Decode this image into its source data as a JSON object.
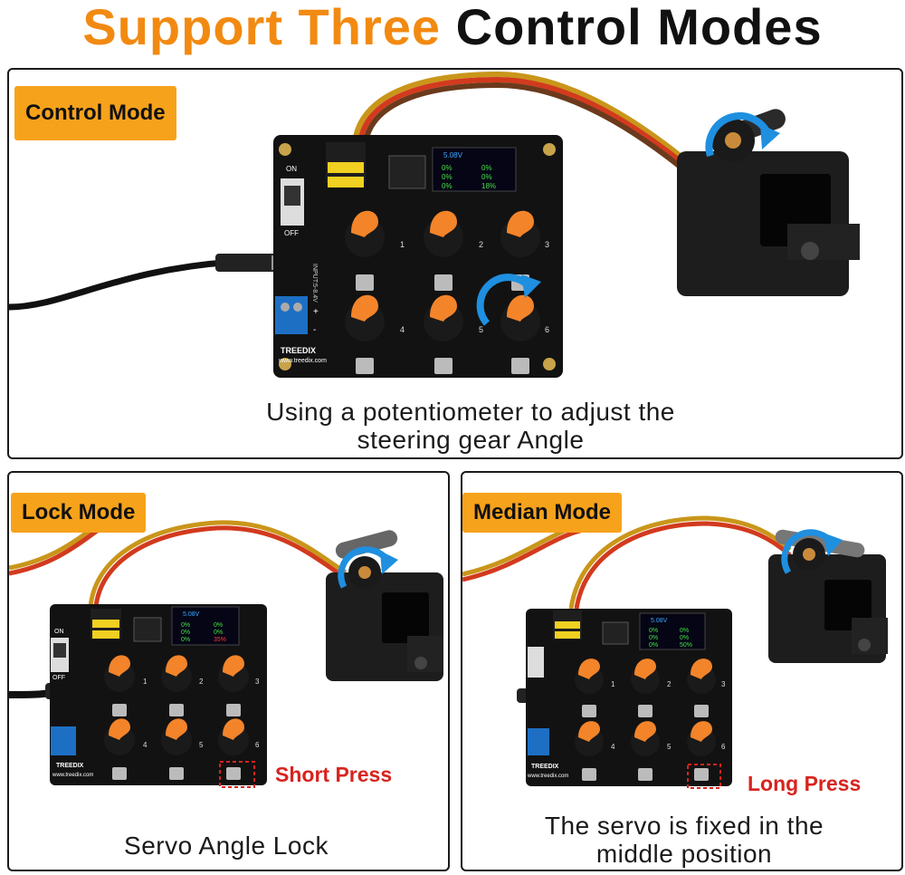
{
  "headline": {
    "part1": "Support Three",
    "part2": "Control Modes"
  },
  "panels": {
    "control": {
      "badge": "Control Mode",
      "caption_line1": "Using a potentiometer to adjust the",
      "caption_line2": "steering gear Angle",
      "screen": {
        "voltage": "5.08V",
        "values": [
          "0%",
          "0%",
          "0%",
          "0%",
          "0%",
          "18%"
        ]
      }
    },
    "lock": {
      "badge": "Lock Mode",
      "caption_line1": "Servo Angle Lock",
      "press_label": "Short Press",
      "screen": {
        "voltage": "5.08V",
        "values": [
          "0%",
          "0%",
          "0%",
          "0%",
          "0%",
          "35%"
        ]
      }
    },
    "median": {
      "badge": "Median Mode",
      "caption_line1": "The servo is fixed in the",
      "caption_line2": "middle position",
      "press_label": "Long Press",
      "screen": {
        "voltage": "5.08V",
        "values": [
          "0%",
          "0%",
          "0%",
          "0%",
          "0%",
          "50%"
        ]
      }
    }
  },
  "board": {
    "brand": "TREEDIX",
    "website": "www.treedix.com",
    "switch_on": "ON",
    "switch_off": "OFF",
    "input_label": "INPUT:5-8.4V",
    "channels": [
      "1",
      "2",
      "3",
      "4",
      "5",
      "6"
    ],
    "plus": "+",
    "minus": "-"
  },
  "colors": {
    "accent_orange": "#f28a12",
    "badge_orange": "#f7a21b",
    "press_red": "#d8231e",
    "knob_orange": "#f3842a",
    "arrow_blue": "#1f8fe0"
  }
}
